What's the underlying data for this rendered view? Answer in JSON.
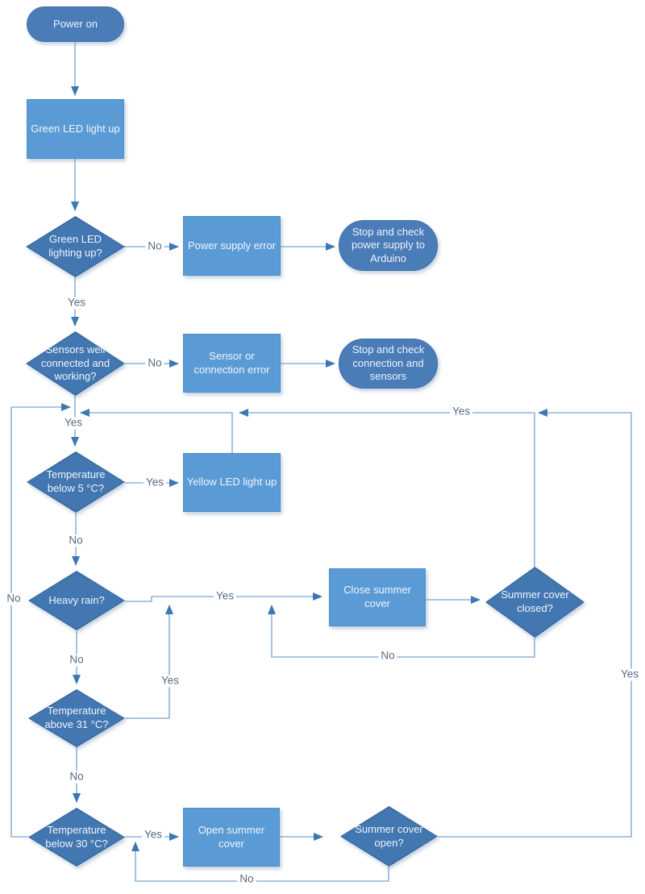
{
  "colors": {
    "canvas_bg": "#ffffff",
    "process_fill": "#5b9bd5",
    "process_border": "#4d8fc9",
    "decision_fill": "#4377b1",
    "decision_border": "#38699f",
    "terminator_fill": "#4a7cb8",
    "terminator_border": "#3d6fa8",
    "connector": "#8fb4d9",
    "arrowhead": "#3e77b4",
    "edge_label_color": "#5a6b80",
    "node_text_color": "#eef4fb"
  },
  "nodes": {
    "power_on": {
      "type": "terminator",
      "label": "Power on"
    },
    "green_led_light_up": {
      "type": "process",
      "label": "Green LED light up"
    },
    "green_led_lighting_up": {
      "type": "decision",
      "label": "Green LED\nlighting up?"
    },
    "power_supply_error": {
      "type": "process",
      "label": "Power supply error"
    },
    "stop_check_power": {
      "type": "terminator",
      "label": "Stop and check\npower supply to\nArduino"
    },
    "sensors_connected": {
      "type": "decision",
      "label": "Sensors well\nconnected and\nworking?"
    },
    "sensor_connection_error": {
      "type": "process",
      "label": "Sensor or\nconnection error"
    },
    "stop_check_sensors": {
      "type": "terminator",
      "label": "Stop and check\nconnection and\nsensors"
    },
    "temp_below_5": {
      "type": "decision",
      "label": "Temperature\nbelow 5 °C?"
    },
    "yellow_led_light_up": {
      "type": "process",
      "label": "Yellow LED light up"
    },
    "heavy_rain": {
      "type": "decision",
      "label": "Heavy rain?"
    },
    "close_summer_cover": {
      "type": "process",
      "label": "Close summer cover"
    },
    "summer_cover_closed": {
      "type": "decision",
      "label": "Summer cover\nclosed?"
    },
    "temp_above_31": {
      "type": "decision",
      "label": "Temperature\nabove 31 °C?"
    },
    "temp_below_30": {
      "type": "decision",
      "label": "Temperature\nbelow 30 °C?"
    },
    "open_summer_cover": {
      "type": "process",
      "label": "Open summer cover"
    },
    "summer_cover_open": {
      "type": "decision",
      "label": "Summer cover\nopen?"
    }
  },
  "edge_labels": {
    "green_led_no": "No",
    "green_led_yes": "Yes",
    "sensors_no": "No",
    "sensors_yes": "Yes",
    "temp5_yes": "Yes",
    "temp5_no": "No",
    "temp30_no_loop": "No",
    "heavy_rain_yes": "Yes",
    "heavy_rain_no": "No",
    "temp31_yes": "Yes",
    "cover_closed_no": "No",
    "cover_closed_yes": "Yes",
    "temp31_no": "No",
    "cover_open_yes": "Yes",
    "temp30_yes": "Yes",
    "cover_open_no": "No"
  }
}
